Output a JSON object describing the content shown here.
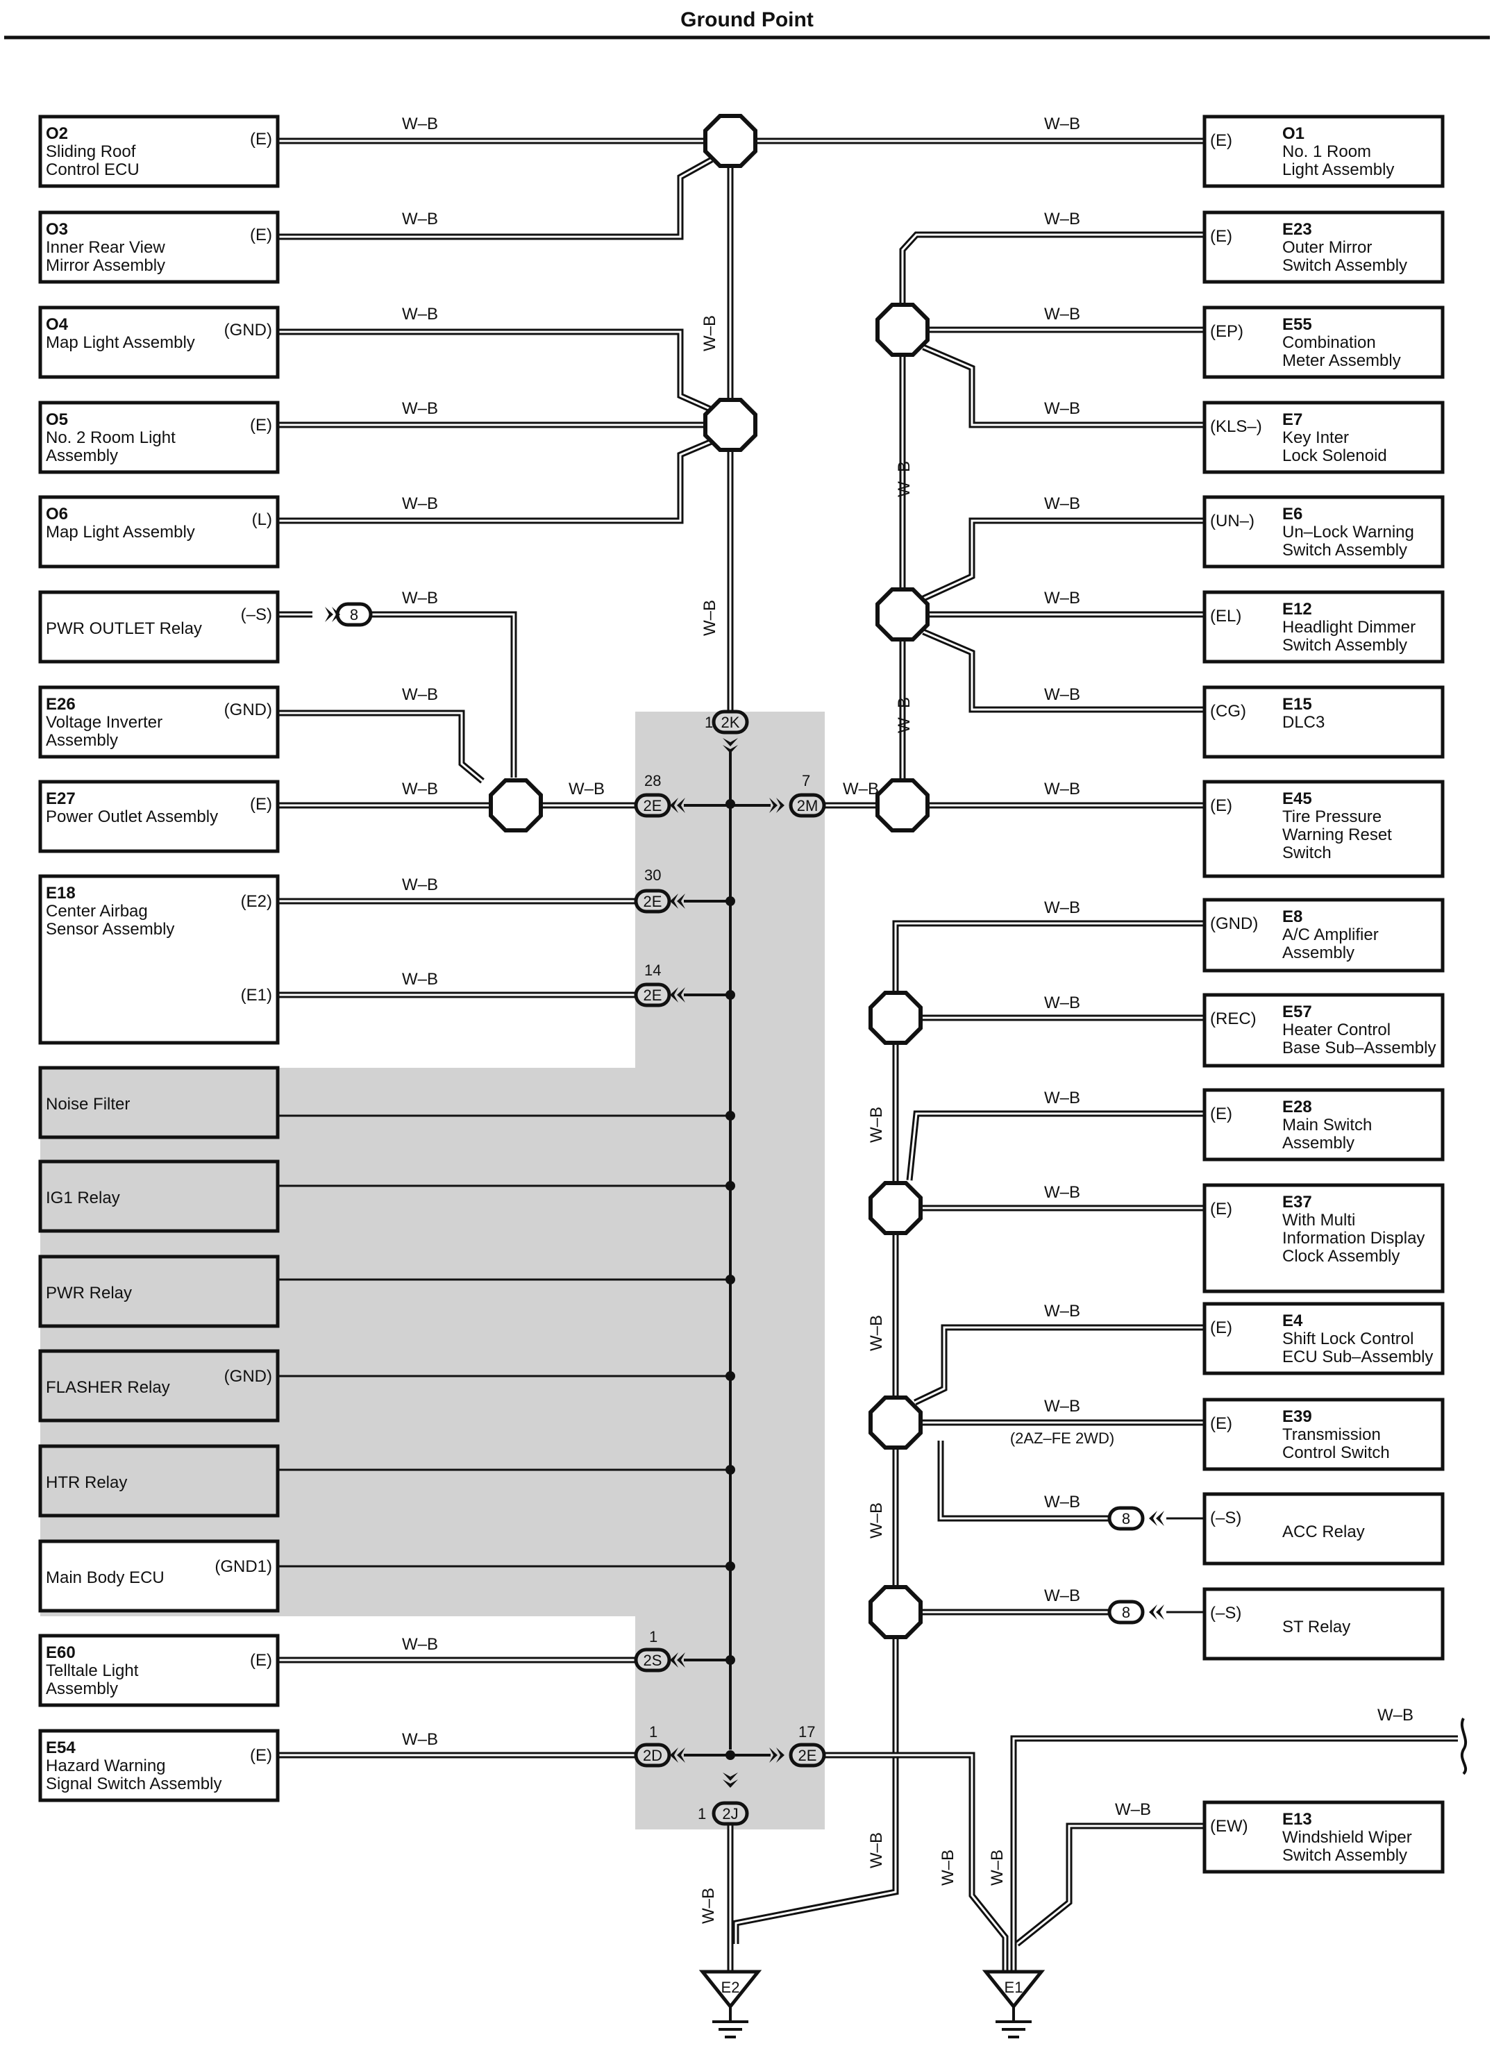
{
  "title": "Ground Point",
  "wire_label": "W–B",
  "colors": {
    "line": "#111111",
    "shade": "#d2d2d2",
    "bg": "#ffffff"
  },
  "left_components": [
    {
      "code": "O2",
      "name": [
        "Sliding Roof",
        "Control ECU"
      ],
      "pins": [
        "(E)"
      ]
    },
    {
      "code": "O3",
      "name": [
        "Inner Rear View",
        "Mirror Assembly"
      ],
      "pins": [
        "(E)"
      ]
    },
    {
      "code": "O4",
      "name": [
        "Map Light Assembly"
      ],
      "pins": [
        "(GND)"
      ]
    },
    {
      "code": "O5",
      "name": [
        "No. 2 Room Light",
        "Assembly"
      ],
      "pins": [
        "(E)"
      ]
    },
    {
      "code": "O6",
      "name": [
        "Map Light Assembly"
      ],
      "pins": [
        "(L)"
      ]
    },
    {
      "code": "",
      "name": [
        "PWR OUTLET Relay"
      ],
      "pins": [
        "(–S)"
      ]
    },
    {
      "code": "E26",
      "name": [
        "Voltage Inverter",
        "Assembly"
      ],
      "pins": [
        "(GND)"
      ]
    },
    {
      "code": "E27",
      "name": [
        "Power Outlet Assembly"
      ],
      "pins": [
        "(E)"
      ]
    },
    {
      "code": "E18",
      "name": [
        "Center Airbag",
        "Sensor Assembly"
      ],
      "pins": [
        "(E2)",
        "(E1)"
      ]
    },
    {
      "code": "",
      "name": [
        "Noise Filter"
      ],
      "pins": []
    },
    {
      "code": "",
      "name": [
        "IG1 Relay"
      ],
      "pins": []
    },
    {
      "code": "",
      "name": [
        "PWR Relay"
      ],
      "pins": []
    },
    {
      "code": "",
      "name": [
        "FLASHER Relay"
      ],
      "pins": [
        "(GND)"
      ]
    },
    {
      "code": "",
      "name": [
        "HTR Relay"
      ],
      "pins": []
    },
    {
      "code": "",
      "name": [
        "Main Body ECU"
      ],
      "pins": [
        "(GND1)"
      ]
    },
    {
      "code": "E60",
      "name": [
        "Telltale Light",
        "Assembly"
      ],
      "pins": [
        "(E)"
      ]
    },
    {
      "code": "E54",
      "name": [
        "Hazard Warning",
        "Signal Switch Assembly"
      ],
      "pins": [
        "(E)"
      ]
    }
  ],
  "right_components": [
    {
      "code": "O1",
      "name": [
        "No. 1 Room",
        "Light Assembly"
      ],
      "pin": "(E)"
    },
    {
      "code": "E23",
      "name": [
        "Outer Mirror",
        "Switch Assembly"
      ],
      "pin": "(E)"
    },
    {
      "code": "E55",
      "name": [
        "Combination",
        "Meter Assembly"
      ],
      "pin": "(EP)"
    },
    {
      "code": "E7",
      "name": [
        "Key Inter",
        "Lock Solenoid"
      ],
      "pin": "(KLS–)"
    },
    {
      "code": "E6",
      "name": [
        "Un–Lock Warning",
        "Switch Assembly"
      ],
      "pin": "(UN–)"
    },
    {
      "code": "E12",
      "name": [
        "Headlight Dimmer",
        "Switch Assembly"
      ],
      "pin": "(EL)"
    },
    {
      "code": "E15",
      "name": [
        "DLC3"
      ],
      "pin": "(CG)"
    },
    {
      "code": "E45",
      "name": [
        "Tire Pressure",
        "Warning Reset",
        "Switch"
      ],
      "pin": "(E)"
    },
    {
      "code": "E8",
      "name": [
        "A/C Amplifier",
        "Assembly"
      ],
      "pin": "(GND)"
    },
    {
      "code": "E57",
      "name": [
        "Heater Control",
        "Base Sub–Assembly"
      ],
      "pin": "(REC)"
    },
    {
      "code": "E28",
      "name": [
        "Main Switch",
        "Assembly"
      ],
      "pin": "(E)"
    },
    {
      "code": "E37",
      "name": [
        "With Multi",
        "Information Display",
        "Clock Assembly"
      ],
      "pin": "(E)"
    },
    {
      "code": "E4",
      "name": [
        "Shift Lock Control",
        "ECU Sub–Assembly"
      ],
      "pin": "(E)"
    },
    {
      "code": "E39",
      "name": [
        "Transmission",
        "Control Switch"
      ],
      "pin": "(E)"
    },
    {
      "code": "",
      "name": [
        "ACC Relay"
      ],
      "pin": "(–S)"
    },
    {
      "code": "",
      "name": [
        "ST Relay"
      ],
      "pin": "(–S)"
    },
    {
      "code": "E13",
      "name": [
        "Windshield Wiper",
        "Switch Assembly"
      ],
      "pin": "(EW)"
    }
  ],
  "connectors": [
    {
      "id": "2K",
      "pin": "1"
    },
    {
      "id": "2E",
      "pin": "28"
    },
    {
      "id": "2M",
      "pin": "7"
    },
    {
      "id": "2E",
      "pin": "30"
    },
    {
      "id": "2E",
      "pin": "14"
    },
    {
      "id": "2S",
      "pin": "1"
    },
    {
      "id": "2D",
      "pin": "1"
    },
    {
      "id": "2E",
      "pin": "17"
    },
    {
      "id": "2J",
      "pin": "1"
    }
  ],
  "relay_pin": "8",
  "note_2az": "(2AZ–FE 2WD)",
  "grounds": [
    "E2",
    "E1"
  ]
}
